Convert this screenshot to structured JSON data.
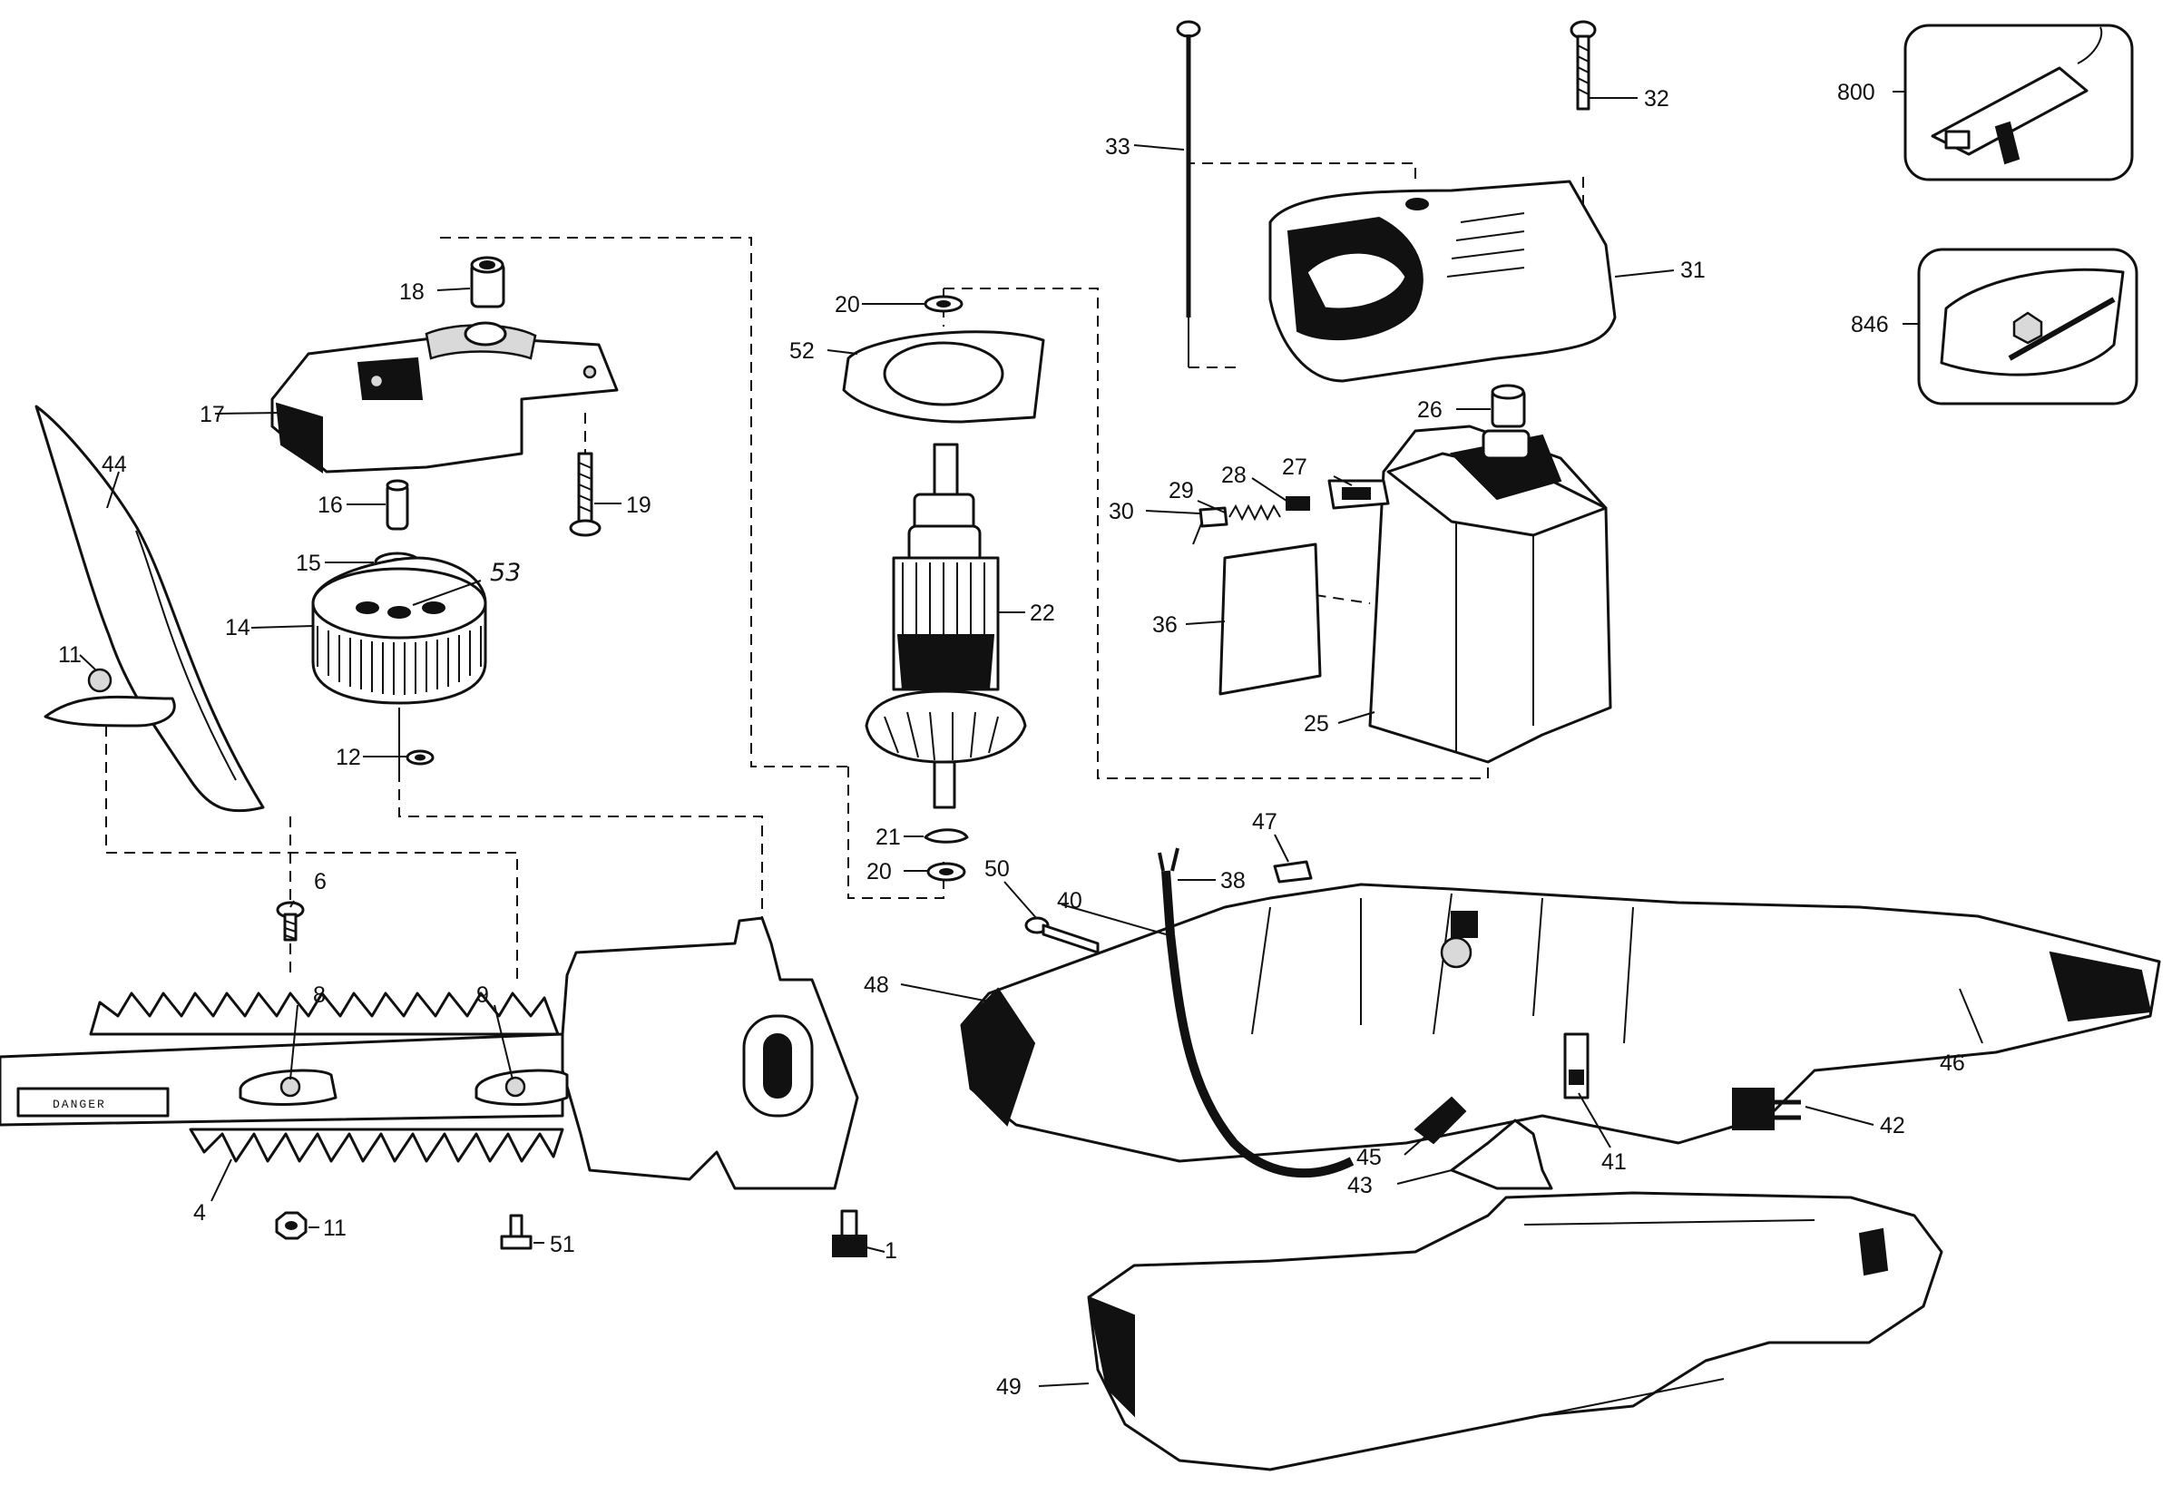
{
  "diagram": {
    "callouts": {
      "p1": "1",
      "p4": "4",
      "p6": "6",
      "p8": "8",
      "p9": "9",
      "p11a": "11",
      "p11b": "11",
      "p12": "12",
      "p14": "14",
      "p15": "15",
      "p16": "16",
      "p17": "17",
      "p18": "18",
      "p19": "19",
      "p20a": "20",
      "p20b": "20",
      "p21": "21",
      "p22": "22",
      "p25": "25",
      "p26": "26",
      "p27": "27",
      "p28": "28",
      "p29": "29",
      "p30": "30",
      "p31": "31",
      "p32": "32",
      "p33": "33",
      "p36": "36",
      "p38": "38",
      "p40": "40",
      "p41": "41",
      "p42": "42",
      "p43": "43",
      "p44": "44",
      "p45": "45",
      "p46": "46",
      "p47": "47",
      "p48": "48",
      "p49": "49",
      "p50": "50",
      "p51": "51",
      "p52": "52",
      "p53": "53",
      "p800": "800",
      "p846": "846"
    },
    "blade_label": "DANGER"
  }
}
